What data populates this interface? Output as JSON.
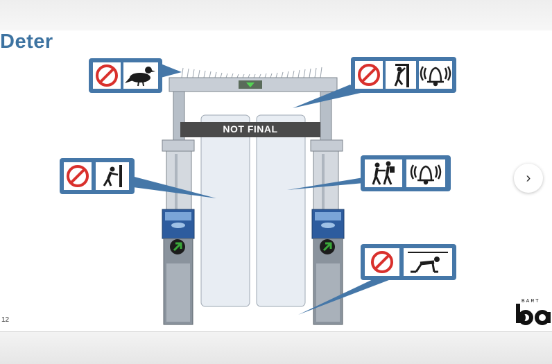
{
  "slide": {
    "title": "Deter",
    "page_number": "12",
    "banner_text": "NOT FINAL",
    "logo_letters": "BART"
  },
  "navigation": {
    "next_glyph": "›"
  },
  "callouts": [
    {
      "id": "top-left",
      "icons": [
        "prohibited-icon",
        "pigeon-icon"
      ]
    },
    {
      "id": "top-right",
      "icons": [
        "prohibited-icon",
        "climbing-person-icon",
        "alarm-bell-icon"
      ]
    },
    {
      "id": "middle-left",
      "icons": [
        "prohibited-icon",
        "pushing-person-icon"
      ]
    },
    {
      "id": "middle-right",
      "icons": [
        "tailgating-people-icon",
        "alarm-bell-icon"
      ]
    },
    {
      "id": "bottom-right",
      "icons": [
        "prohibited-icon",
        "crawling-person-icon"
      ]
    }
  ],
  "colors": {
    "title": "#3d73a1",
    "callout_fill": "#4577a8",
    "prohibited_red": "#d9302c",
    "gate_panel": "#e8edf3",
    "arrow_green": "#3aa83a",
    "banner": "#4a4a4a"
  }
}
